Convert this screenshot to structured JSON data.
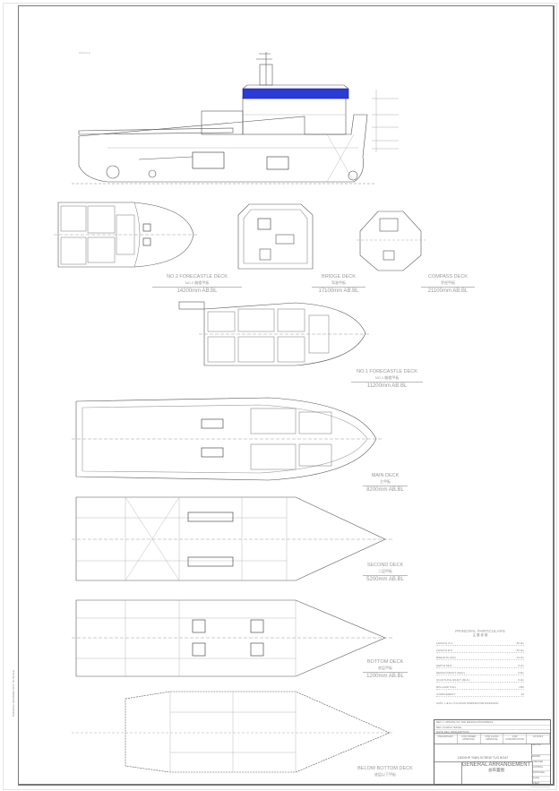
{
  "drawing": {
    "views": {
      "profile": {
        "label": "PROFILE"
      },
      "no2_forecastle": {
        "name": "NO.2 FORECASTLE DECK",
        "sub": "NO.2 艏楼甲板",
        "elevation": "14200mm AB.BL"
      },
      "bridge": {
        "name": "BRIDGE DECK",
        "sub": "驾驶甲板",
        "elevation": "17100mm AB.BL"
      },
      "compass": {
        "name": "COMPASS DECK",
        "sub": "罗经甲板",
        "elevation": "21100mm AB.BL"
      },
      "no1_forecastle": {
        "name": "NO.1 FORECASTLE DECK",
        "sub": "NO.1 艏楼甲板",
        "elevation": "11200mm AB.BL"
      },
      "main": {
        "name": "MAIN DECK",
        "sub": "主甲板",
        "elevation": "8200mm AB.BL"
      },
      "second": {
        "name": "SECOND DECK",
        "sub": "二层甲板",
        "elevation": "5200mm AB.BL"
      },
      "bottom": {
        "name": "BOTTOM DECK",
        "sub": "底层甲板",
        "elevation": "1200mm AB.BL"
      },
      "below_bottom": {
        "name": "BELOW BOTTOM DECK",
        "sub": "底层以下甲板"
      }
    },
    "principal_particulars": {
      "title": "PRINCIPAL PARTICULARS",
      "subtitle": "主 要 参 数",
      "rows": [
        {
          "k": "LENGTH O.A.",
          "v": "55.0m"
        },
        {
          "k": "LENGTH B.P.",
          "v": "50.0m"
        },
        {
          "k": "BREADTH MLD.",
          "v": "16.0m"
        },
        {
          "k": "DEPTH MLD.",
          "v": "8.2m"
        },
        {
          "k": "DESIGN DRAFT (MLD.)",
          "v": "5.8m"
        },
        {
          "k": "SCANTLING DRAFT (MLD.)",
          "v": "6.0m"
        },
        {
          "k": "BOLLARD PULL",
          "v": "150t"
        },
        {
          "k": "COMPLEMENT",
          "v": "30"
        }
      ],
      "note": "NOTE: 1. ■ ALL TUG-ROOM TEMPERATURE BUNKERING"
    },
    "title_block": {
      "revisions": [
        "REV 1  UPDATE OF THE DESIGN PROGRESS",
        "REV 0  FIRST ISSUE",
        "DATE   REV.   DESCRIPTION"
      ],
      "stages": [
        "PRELIMINARY",
        "FOR OWNER APPROVAL",
        "FOR CLASS APPROVAL",
        "FOR CONSTRUCTION",
        "AS BUILT"
      ],
      "project": "13000HP TWIN SCREW TUG BOAT",
      "title": "GENERAL ARRANGEMENT",
      "title_cn": "总布置图",
      "side_rows": [
        "DRAWN",
        "CHECKED",
        "CONTROL",
        "APPROVED",
        "SCALE",
        "SHEET"
      ],
      "drawing_no_label": "DWG NO."
    },
    "margin_text": "ORIGINAL DRAWING NOT TO SCALE"
  }
}
